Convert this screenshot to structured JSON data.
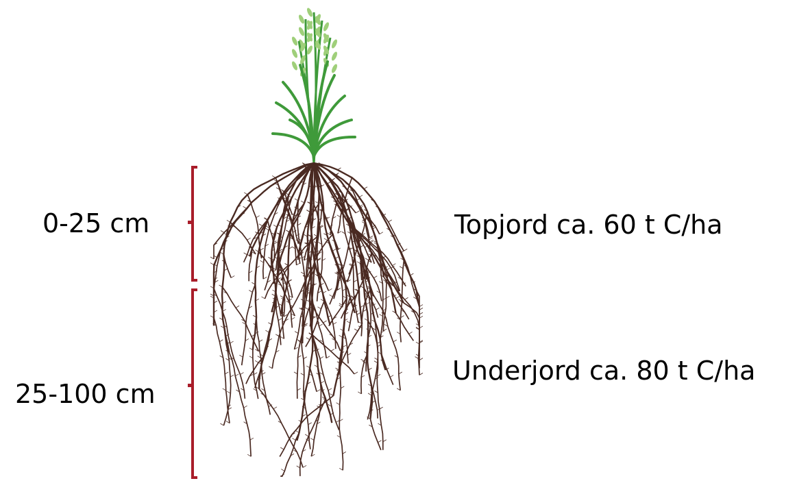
{
  "depth_labels": {
    "top": "0-25 cm",
    "sub": "25-100 cm"
  },
  "layer_labels": {
    "top": "Topjord ca. 60 t C/ha",
    "sub": "Underjord ca. 80 t C/ha"
  },
  "colors": {
    "bracket": "#a91d2a",
    "root": "#4a2a22",
    "leaf": "#3f9a3a",
    "leaf_light": "#9fcf7a"
  },
  "illustration": "grass-plant-with-root-system"
}
